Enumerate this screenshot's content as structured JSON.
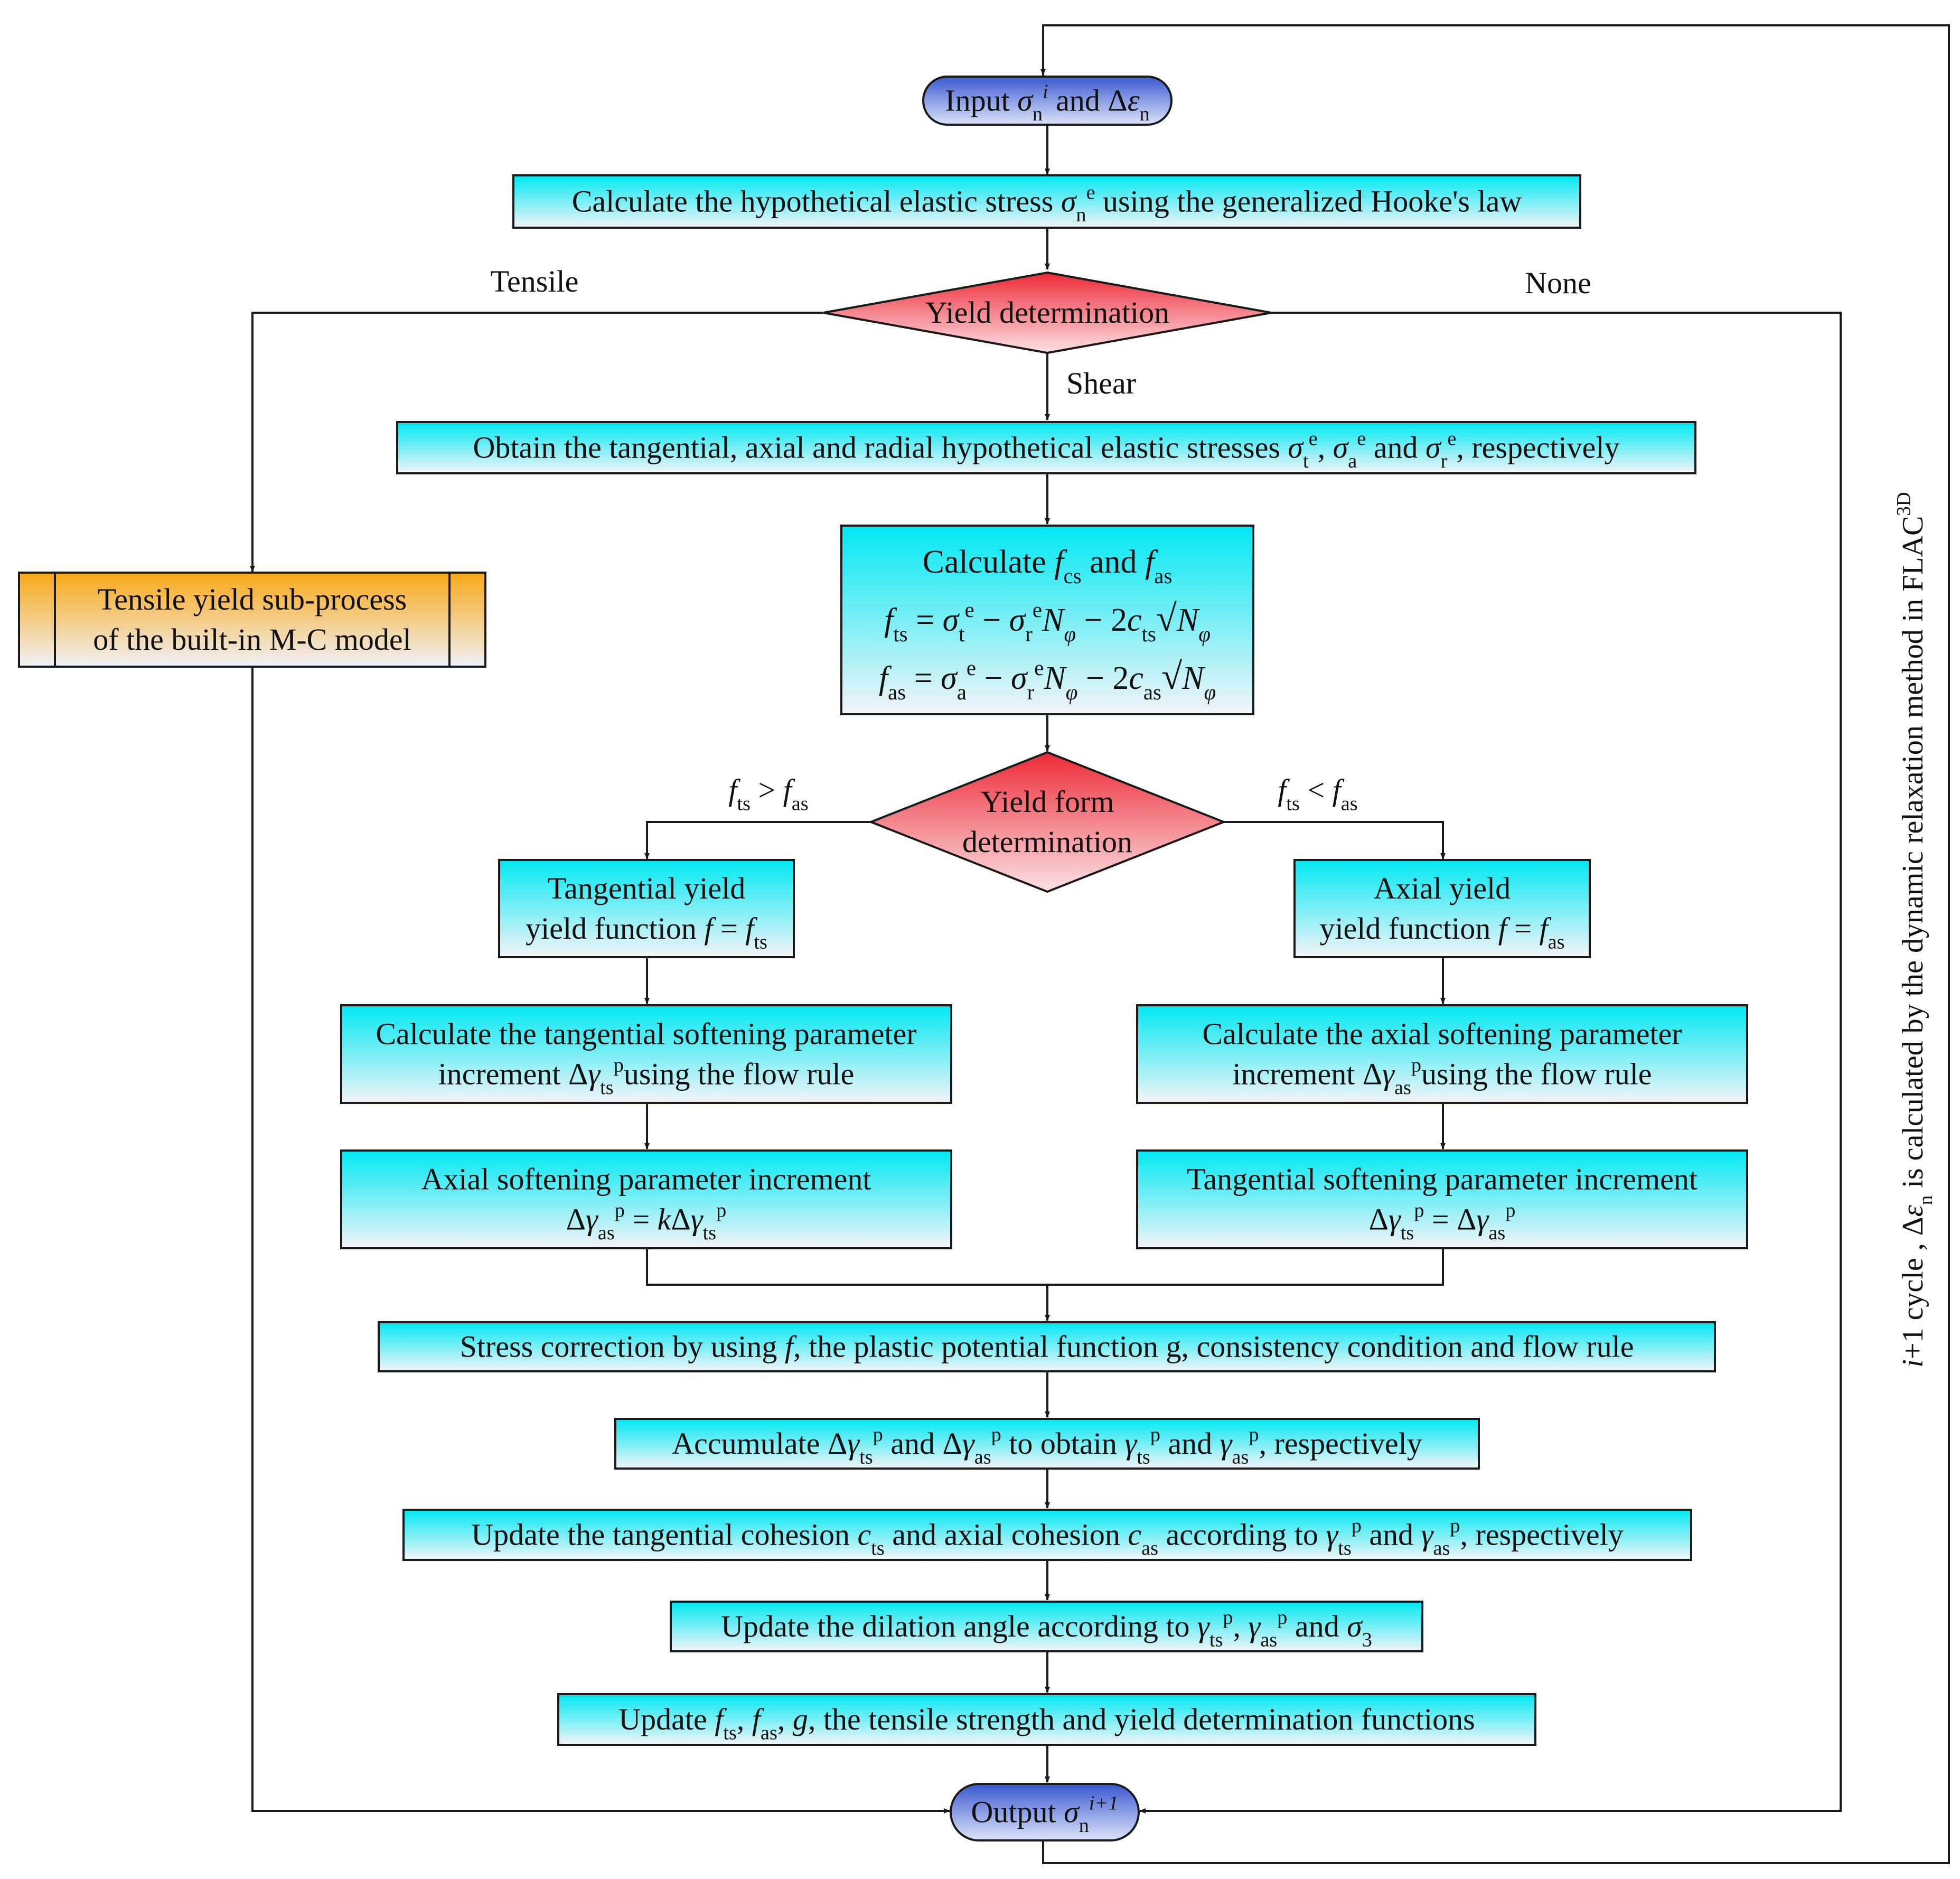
{
  "diagram": {
    "nodes": {
      "input": {
        "shape": "rounded",
        "parts": [
          [
            "Input ",
            ""
          ],
          [
            "σ",
            "it"
          ],
          [
            "n",
            "sub"
          ],
          [
            "i",
            "supit"
          ],
          [
            " and Δ",
            ""
          ],
          [
            "ε",
            "it"
          ],
          [
            "n",
            "sub"
          ]
        ]
      },
      "elastic": {
        "shape": "process",
        "parts": [
          [
            "Calculate the hypothetical elastic stress ",
            ""
          ],
          [
            "σ",
            "it"
          ],
          [
            "n",
            "sub"
          ],
          [
            "e",
            "sup"
          ],
          [
            " using the generalized Hooke's law",
            ""
          ]
        ]
      },
      "yield_det": {
        "shape": "decision",
        "parts": [
          [
            "Yield determination",
            ""
          ]
        ]
      },
      "obtain": {
        "shape": "process",
        "parts": [
          [
            "Obtain the tangential, axial and radial hypothetical elastic stresses ",
            ""
          ],
          [
            "σ",
            "it"
          ],
          [
            "t",
            "sub"
          ],
          [
            "e",
            "sup"
          ],
          [
            ", ",
            ""
          ],
          [
            "σ",
            "it"
          ],
          [
            "a",
            "sub"
          ],
          [
            "e",
            "sup"
          ],
          [
            " and ",
            ""
          ],
          [
            "σ",
            "it"
          ],
          [
            "r",
            "sub"
          ],
          [
            "e",
            "sup"
          ],
          [
            ", respectively",
            ""
          ]
        ]
      },
      "calc_f": {
        "shape": "process",
        "lines": [
          [
            [
              "Calculate ",
              ""
            ],
            [
              "f",
              "it"
            ],
            [
              "cs",
              "sub"
            ],
            [
              " and ",
              ""
            ],
            [
              "f",
              "it"
            ],
            [
              "as",
              "sub"
            ]
          ],
          [
            [
              "f",
              "it"
            ],
            [
              "ts",
              "sub"
            ],
            [
              " = ",
              ""
            ],
            [
              "σ",
              "it"
            ],
            [
              "t",
              "sub"
            ],
            [
              "e",
              "sup"
            ],
            [
              " − ",
              ""
            ],
            [
              "σ",
              "it"
            ],
            [
              "r",
              "sub"
            ],
            [
              "e",
              "sup"
            ],
            [
              "N",
              "it"
            ],
            [
              "φ",
              "subit"
            ],
            [
              " − 2",
              ""
            ],
            [
              "c",
              "it"
            ],
            [
              "ts",
              "sub"
            ],
            [
              "√",
              "sqrt"
            ],
            [
              "N",
              "it"
            ],
            [
              "φ",
              "subit"
            ]
          ],
          [
            [
              "f",
              "it"
            ],
            [
              "as",
              "sub"
            ],
            [
              " = ",
              ""
            ],
            [
              "σ",
              "it"
            ],
            [
              "a",
              "sub"
            ],
            [
              "e",
              "sup"
            ],
            [
              " − ",
              ""
            ],
            [
              "σ",
              "it"
            ],
            [
              "r",
              "sub"
            ],
            [
              "e",
              "sup"
            ],
            [
              "N",
              "it"
            ],
            [
              "φ",
              "subit"
            ],
            [
              " − 2",
              ""
            ],
            [
              "c",
              "it"
            ],
            [
              "as",
              "sub"
            ],
            [
              "√",
              "sqrt"
            ],
            [
              "N",
              "it"
            ],
            [
              "φ",
              "subit"
            ]
          ]
        ]
      },
      "tensile": {
        "shape": "subprocess",
        "lines": [
          [
            [
              "Tensile yield sub-process",
              ""
            ]
          ],
          [
            [
              "of the built-in M-C model",
              ""
            ]
          ]
        ]
      },
      "form_det": {
        "shape": "decision",
        "lines": [
          [
            [
              "Yield form",
              ""
            ]
          ],
          [
            [
              "determination",
              ""
            ]
          ]
        ]
      },
      "tang_yield": {
        "shape": "process",
        "lines": [
          [
            [
              "Tangential yield",
              ""
            ]
          ],
          [
            [
              "yield function ",
              ""
            ],
            [
              "f",
              "it"
            ],
            [
              " = ",
              ""
            ],
            [
              "f",
              "it"
            ],
            [
              "ts",
              "sub"
            ]
          ]
        ]
      },
      "axial_yield": {
        "shape": "process",
        "lines": [
          [
            [
              "Axial yield",
              ""
            ]
          ],
          [
            [
              "yield function ",
              ""
            ],
            [
              "f",
              "it"
            ],
            [
              " = ",
              ""
            ],
            [
              "f",
              "it"
            ],
            [
              "as",
              "sub"
            ]
          ]
        ]
      },
      "calc_tang": {
        "shape": "process",
        "lines": [
          [
            [
              "Calculate the tangential softening parameter",
              ""
            ]
          ],
          [
            [
              "increment Δ",
              ""
            ],
            [
              "γ",
              "it"
            ],
            [
              "ts",
              "sub"
            ],
            [
              "p",
              "sup"
            ],
            [
              "using the flow rule",
              ""
            ]
          ]
        ]
      },
      "calc_axial": {
        "shape": "process",
        "lines": [
          [
            [
              "Calculate the axial softening parameter",
              ""
            ]
          ],
          [
            [
              "increment Δ",
              ""
            ],
            [
              "γ",
              "it"
            ],
            [
              "as",
              "sub"
            ],
            [
              "p",
              "sup"
            ],
            [
              "using the flow rule",
              ""
            ]
          ]
        ]
      },
      "axial_incr": {
        "shape": "process",
        "lines": [
          [
            [
              "Axial softening parameter increment",
              ""
            ]
          ],
          [
            [
              "Δ",
              ""
            ],
            [
              "γ",
              "it"
            ],
            [
              "as",
              "sub"
            ],
            [
              "p",
              "sup"
            ],
            [
              " = ",
              ""
            ],
            [
              "k",
              "it"
            ],
            [
              "Δ",
              ""
            ],
            [
              "γ",
              "it"
            ],
            [
              "ts",
              "sub"
            ],
            [
              "p",
              "sup"
            ]
          ]
        ]
      },
      "tang_incr": {
        "shape": "process",
        "lines": [
          [
            [
              "Tangential softening parameter increment",
              ""
            ]
          ],
          [
            [
              "Δ",
              ""
            ],
            [
              "γ",
              "it"
            ],
            [
              "ts",
              "sub"
            ],
            [
              "p",
              "sup"
            ],
            [
              " = Δ",
              ""
            ],
            [
              "γ",
              "it"
            ],
            [
              "as",
              "sub"
            ],
            [
              "p",
              "sup"
            ]
          ]
        ]
      },
      "stress_corr": {
        "shape": "process",
        "parts": [
          [
            "Stress correction by using ",
            ""
          ],
          [
            "f",
            "it"
          ],
          [
            ", the plastic potential function g, consistency condition and flow rule",
            ""
          ]
        ]
      },
      "accumulate": {
        "shape": "process",
        "parts": [
          [
            "Accumulate  Δ",
            ""
          ],
          [
            "γ",
            "it"
          ],
          [
            "ts",
            "sub"
          ],
          [
            "p",
            "sup"
          ],
          [
            " and Δ",
            ""
          ],
          [
            "γ",
            "it"
          ],
          [
            "as",
            "sub"
          ],
          [
            "p",
            "sup"
          ],
          [
            " to obtain ",
            ""
          ],
          [
            "γ",
            "it"
          ],
          [
            "ts",
            "sub"
          ],
          [
            "p",
            "sup"
          ],
          [
            " and ",
            ""
          ],
          [
            "γ",
            "it"
          ],
          [
            "as",
            "sub"
          ],
          [
            "p",
            "sup"
          ],
          [
            ", respectively",
            ""
          ]
        ]
      },
      "cohesion": {
        "shape": "process",
        "parts": [
          [
            "Update the tangential cohesion ",
            ""
          ],
          [
            "c",
            "it"
          ],
          [
            "ts",
            "sub"
          ],
          [
            " and axial cohesion ",
            ""
          ],
          [
            "c",
            "it"
          ],
          [
            "as",
            "sub"
          ],
          [
            " according to ",
            ""
          ],
          [
            "γ",
            "it"
          ],
          [
            "ts",
            "sub"
          ],
          [
            "p",
            "sup"
          ],
          [
            " and ",
            ""
          ],
          [
            "γ",
            "it"
          ],
          [
            "as",
            "sub"
          ],
          [
            "p",
            "sup"
          ],
          [
            ", respectively",
            ""
          ]
        ]
      },
      "dilation": {
        "shape": "process",
        "parts": [
          [
            "Update the dilation angle according to ",
            ""
          ],
          [
            "γ",
            "it"
          ],
          [
            "ts",
            "sub"
          ],
          [
            "p",
            "sup"
          ],
          [
            ", ",
            ""
          ],
          [
            "γ",
            "it"
          ],
          [
            "as",
            "sub"
          ],
          [
            "p",
            "sup"
          ],
          [
            " and ",
            ""
          ],
          [
            "σ",
            "it"
          ],
          [
            "3",
            "sub"
          ]
        ]
      },
      "update_f": {
        "shape": "process",
        "parts": [
          [
            "Update ",
            ""
          ],
          [
            "f",
            "it"
          ],
          [
            "ts",
            "sub"
          ],
          [
            ", ",
            ""
          ],
          [
            "f",
            "it"
          ],
          [
            "as",
            "sub"
          ],
          [
            ", ",
            ""
          ],
          [
            "g",
            "it"
          ],
          [
            ", the tensile strength and yield determination functions",
            ""
          ]
        ]
      },
      "output": {
        "shape": "rounded",
        "parts": [
          [
            "Output ",
            ""
          ],
          [
            "σ",
            "it"
          ],
          [
            "n",
            "sub"
          ],
          [
            "i+1",
            "supit"
          ]
        ]
      }
    },
    "edge_labels": {
      "tensile": [
        [
          "Tensile",
          ""
        ]
      ],
      "none": [
        [
          "None",
          ""
        ]
      ],
      "shear": [
        [
          "Shear",
          ""
        ]
      ],
      "fts_gt": [
        [
          "f",
          "it"
        ],
        [
          "ts",
          "sub"
        ],
        [
          " > ",
          ""
        ],
        [
          "f",
          "it"
        ],
        [
          "as",
          "sub"
        ]
      ],
      "fts_lt": [
        [
          "f",
          "it"
        ],
        [
          "ts",
          "sub"
        ],
        [
          " < ",
          ""
        ],
        [
          "f",
          "it"
        ],
        [
          "as",
          "sub"
        ]
      ]
    },
    "loop_label": [
      [
        "i",
        "it"
      ],
      [
        "+1 cycle , Δ",
        ""
      ],
      [
        "ε",
        "it"
      ],
      [
        "n",
        "sub"
      ],
      [
        " is calculated by the dynamic relaxation method in FLAC",
        ""
      ],
      [
        "3D",
        "sup"
      ]
    ],
    "colors": {
      "process_top": "#00e8f2",
      "process_bottom": "#f4f4f8",
      "decision_top": "#ee2a36",
      "decision_bottom": "#fbe2e6",
      "subprocess_top": "#f8a818",
      "subprocess_bottom": "#f0f0f8",
      "terminal_top": "#3a58d0",
      "terminal_bottom": "#dce4f8",
      "line": "#1a1a1a"
    }
  }
}
